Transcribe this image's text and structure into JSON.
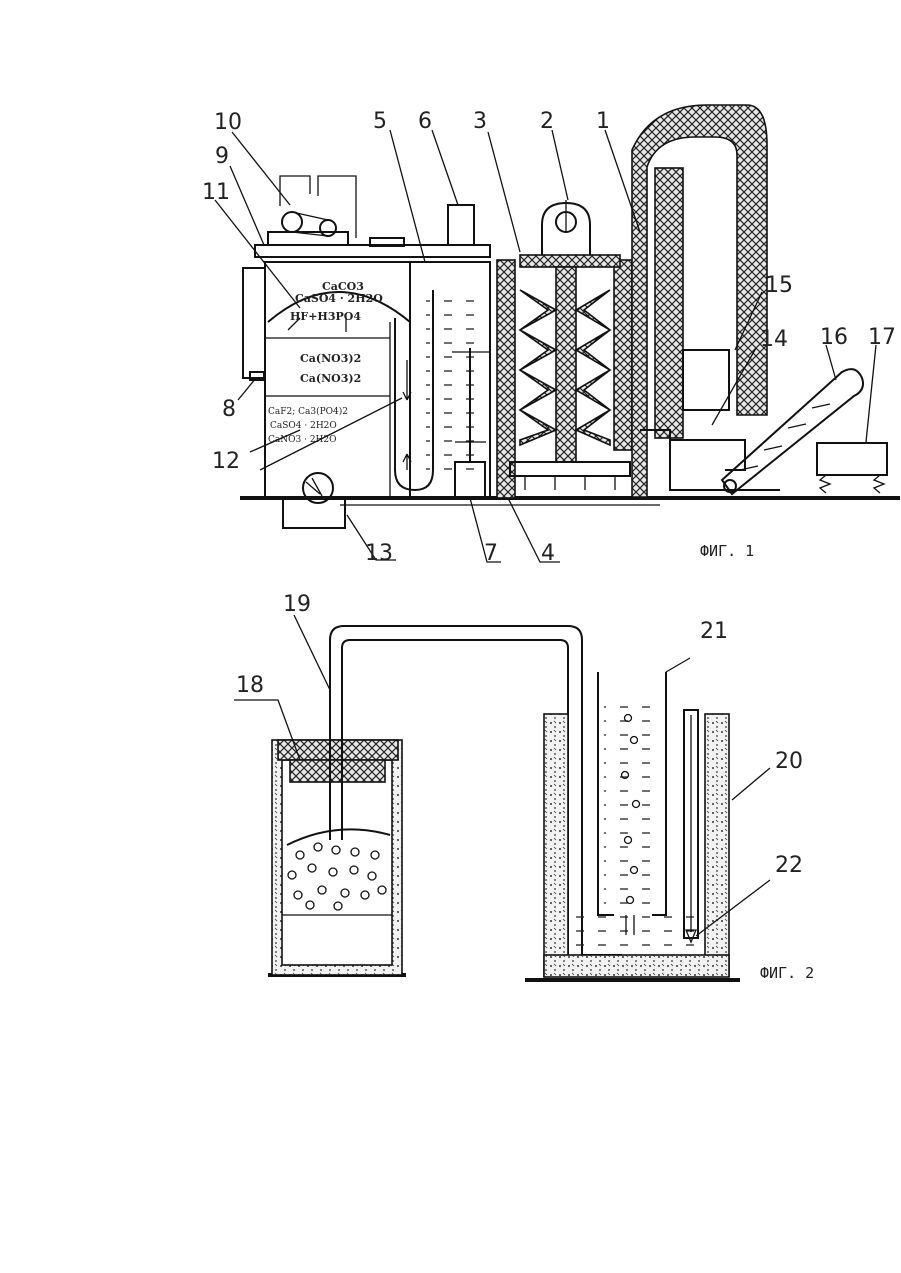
{
  "figure1": {
    "caption": "ФИГ. 1",
    "labels": [
      "1",
      "2",
      "3",
      "4",
      "5",
      "6",
      "7",
      "8",
      "9",
      "10",
      "11",
      "12",
      "13",
      "14",
      "15",
      "16",
      "17"
    ],
    "chemistry": {
      "line1": "CaCO3",
      "line2": "CaSO4 · 2H2O",
      "line3": "HF+H3PO4",
      "line4": "Ca(NO3)2",
      "line5": "Ca(NO3)2",
      "line6": "CaF2; Ca3(PO4)2",
      "line7": "CaSO4 · 2H2O",
      "line8": "CaNO3 · 2H2O"
    }
  },
  "figure2": {
    "caption": "ФИГ. 2",
    "labels": [
      "18",
      "19",
      "20",
      "21",
      "22"
    ]
  },
  "palette": {
    "ink": "#111111",
    "paper": "#ffffff"
  }
}
